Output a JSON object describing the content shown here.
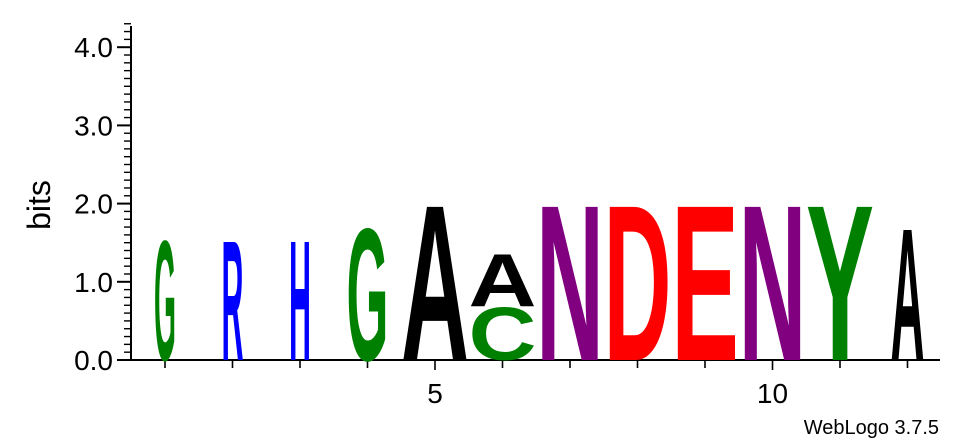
{
  "chart_data": {
    "type": "sequence-logo",
    "ylabel": "bits",
    "ylim": [
      0,
      4.32
    ],
    "y_ticks": [
      "0.0",
      "1.0",
      "2.0",
      "3.0",
      "4.0"
    ],
    "x_tick_labels": [
      {
        "pos": 5,
        "label": "5"
      },
      {
        "pos": 10,
        "label": "10"
      }
    ],
    "credit": "WebLogo 3.7.5",
    "colors": {
      "G": "#008000",
      "R": "#0000ff",
      "H": "#0000ff",
      "A": "#000000",
      "C": "#008000",
      "N": "#800080",
      "D": "#ff0000",
      "E": "#ff0000",
      "Y": "#008000"
    },
    "positions": [
      {
        "pos": 1,
        "letters": [
          {
            "char": "G",
            "bits": 1.58
          }
        ]
      },
      {
        "pos": 2,
        "letters": [
          {
            "char": "R",
            "bits": 1.58
          }
        ]
      },
      {
        "pos": 3,
        "letters": [
          {
            "char": "H",
            "bits": 1.58
          }
        ]
      },
      {
        "pos": 4,
        "letters": [
          {
            "char": "G",
            "bits": 1.74
          }
        ]
      },
      {
        "pos": 5,
        "letters": [
          {
            "char": "A",
            "bits": 2.05
          }
        ]
      },
      {
        "pos": 6,
        "letters": [
          {
            "char": "C",
            "bits": 0.69
          },
          {
            "char": "A",
            "bits": 0.69
          }
        ]
      },
      {
        "pos": 7,
        "letters": [
          {
            "char": "N",
            "bits": 2.05
          }
        ]
      },
      {
        "pos": 8,
        "letters": [
          {
            "char": "D",
            "bits": 2.05
          }
        ]
      },
      {
        "pos": 9,
        "letters": [
          {
            "char": "E",
            "bits": 2.05
          }
        ]
      },
      {
        "pos": 10,
        "letters": [
          {
            "char": "N",
            "bits": 2.05
          }
        ]
      },
      {
        "pos": 11,
        "letters": [
          {
            "char": "Y",
            "bits": 2.05
          }
        ]
      },
      {
        "pos": 12,
        "letters": [
          {
            "char": "A",
            "bits": 1.74
          }
        ]
      }
    ]
  }
}
